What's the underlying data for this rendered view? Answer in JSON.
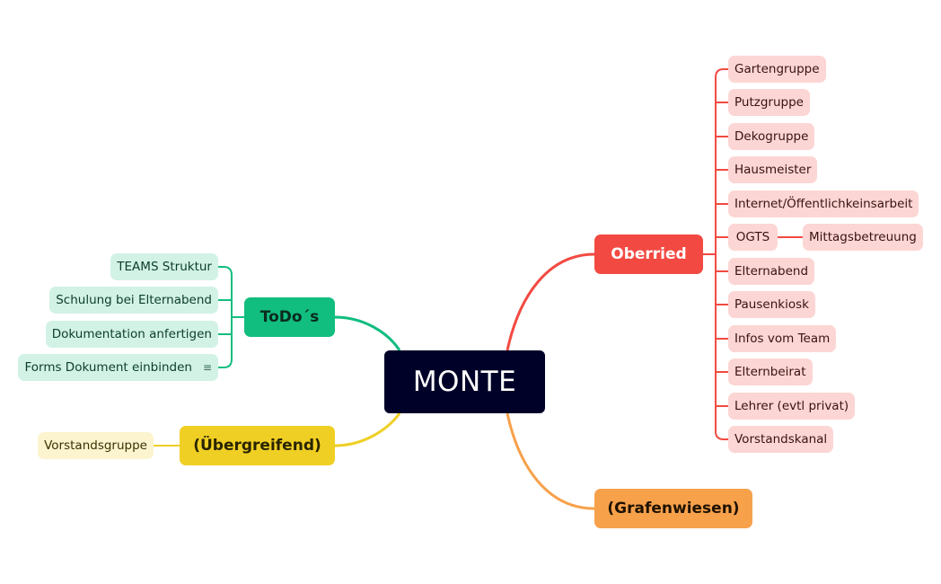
{
  "central": {
    "label": "MONTE"
  },
  "branches": {
    "oberried": {
      "label": "Oberried",
      "color": "#f24a42",
      "children": [
        "Gartengruppe",
        "Putzgruppe",
        "Dekogruppe",
        "Hausmeister",
        "Internet/Öffentlichkeinsarbeit",
        "OGTS",
        "Elternabend",
        "Pausenkiosk",
        "Infos vom Team",
        "Elternbeirat",
        "Lehrer (evtl privat)",
        "Vorstandskanal"
      ],
      "ogts_child": "Mittagsbetreuung"
    },
    "todos": {
      "label": "ToDo´s",
      "color": "#11bd7f",
      "children": [
        "TEAMS Struktur",
        "Schulung bei Elternabend",
        "Dokumentation anfertigen",
        "Forms Dokument einbinden"
      ]
    },
    "uebergreifend": {
      "label": "(Übergreifend)",
      "color": "#f0cf24",
      "children": [
        "Vorstandsgruppe"
      ]
    },
    "grafenwiesen": {
      "label": "(Grafenwiesen)",
      "color": "#f7a14b"
    }
  },
  "icons": {
    "notes": "notes-icon"
  }
}
